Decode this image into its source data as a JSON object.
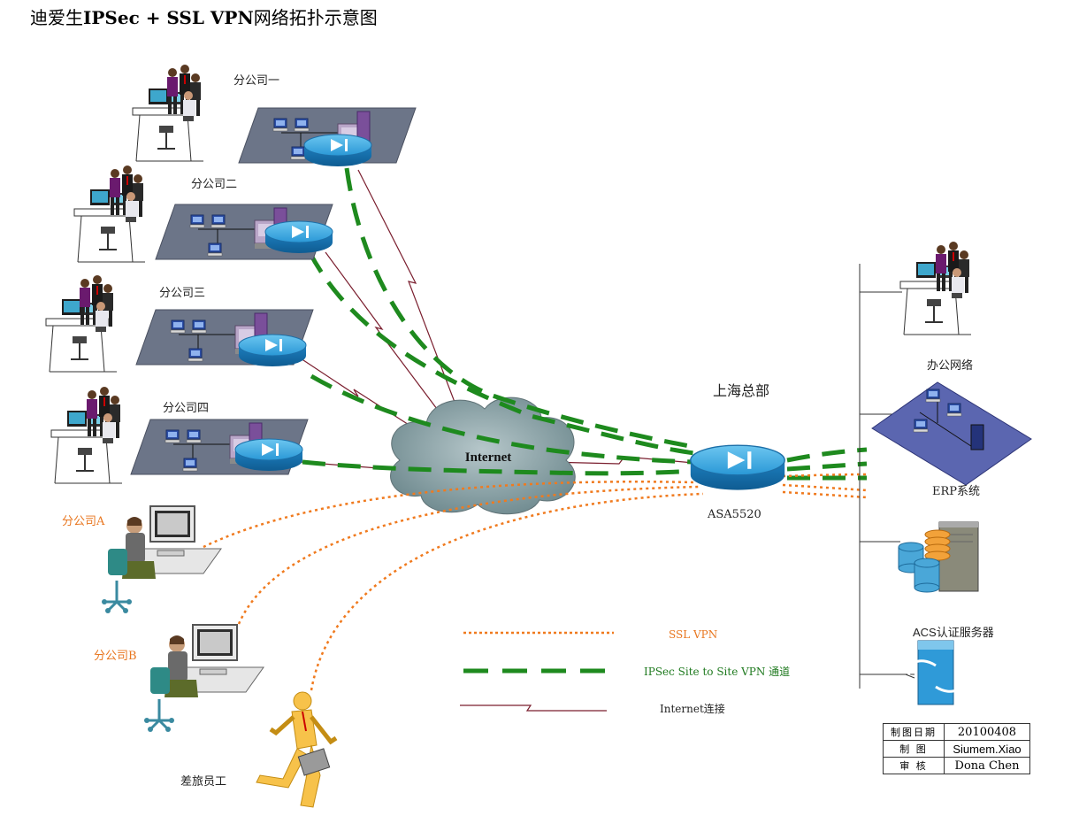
{
  "title": {
    "prefix": "迪爱生",
    "bold": "IPSec + SSL VPN",
    "suffix": "网络拓扑示意图"
  },
  "branches": [
    "分公司一",
    "分公司二",
    "分公司三",
    "分公司四"
  ],
  "remote_sites": [
    "分公司A",
    "分公司B"
  ],
  "traveler": "差旅员工",
  "cloud_label": "Internet",
  "hq": {
    "name": "上海总部",
    "device": "ASA5520"
  },
  "hq_segments": [
    "办公网络",
    "ERP系统",
    "ACS认证服务器"
  ],
  "legend": {
    "ssl": "SSL VPN",
    "ipsec": "IPSec Site to Site VPN 通道",
    "internet": "Internet连接"
  },
  "info_table": {
    "date_label": "制图日期",
    "date_value": "20100408",
    "author_label": "制 图",
    "author_value": "Siumem.Xiao",
    "review_label": "审 核",
    "review_value": "Dona Chen"
  },
  "colors": {
    "ssl": "#f07a1e",
    "ipsec": "#1e8a1e",
    "internet": "#7a1e2e",
    "router": "#1f8fd0",
    "cloud": "#8aa3a8",
    "platform": "#6b7589"
  }
}
